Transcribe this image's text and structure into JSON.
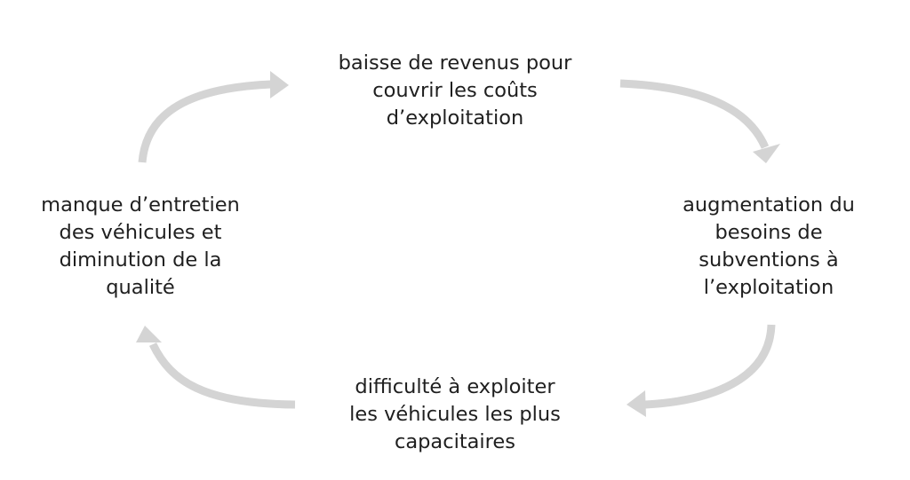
{
  "diagram": {
    "type": "cycle",
    "nodes": [
      {
        "id": "top",
        "lines": [
          "baisse de revenus pour",
          "couvrir les coûts",
          "d’exploitation"
        ]
      },
      {
        "id": "right",
        "lines": [
          "augmentation du",
          "besoins de",
          "subventions à",
          "l’exploitation"
        ]
      },
      {
        "id": "bottom",
        "lines": [
          "difficulté à exploiter",
          "les véhicules les plus",
          "capacitaires"
        ]
      },
      {
        "id": "left",
        "lines": [
          "manque d’entretien",
          "des véhicules et",
          "diminution de la",
          "qualité"
        ]
      }
    ],
    "arrow_direction": "clockwise",
    "colors": {
      "text": "#1f1f1f",
      "arrow": "#d4d4d4",
      "background": "#ffffff"
    }
  }
}
